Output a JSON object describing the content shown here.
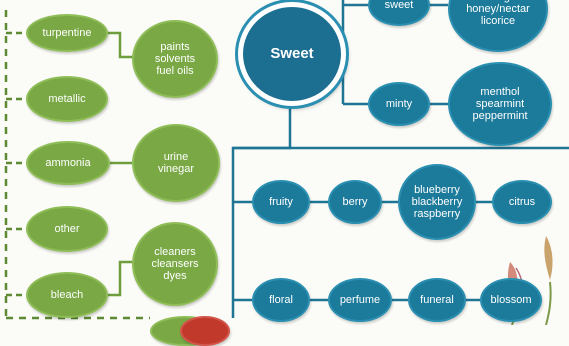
{
  "colors": {
    "green": "#79a845",
    "blue": "#1c7a9a",
    "line_green": "#6f9e3f",
    "line_blue": "#1f7594",
    "dashed": "#5d8a32"
  },
  "left_column": {
    "turpentine": "turpentine",
    "metallic": "metallic",
    "ammonia": "ammonia",
    "other": "other",
    "bleach": "bleach"
  },
  "left_details": {
    "paints": [
      "paints",
      "solvents",
      "fuel oils"
    ],
    "urine": [
      "urine",
      "vinegar"
    ],
    "cleaners": [
      "cleaners",
      "cleansers",
      "dyes"
    ]
  },
  "sweet": {
    "title": "Sweet",
    "sweet_label": "sweet",
    "sweet_examples": [
      "bubblegum",
      "honey/nectar",
      "licorice"
    ],
    "minty": "minty",
    "minty_examples": [
      "menthol",
      "spearmint",
      "peppermint"
    ],
    "fruity": "fruity",
    "berry": "berry",
    "berry_examples": [
      "blueberry",
      "blackberry",
      "raspberry"
    ],
    "citrus": "citrus",
    "floral": "floral",
    "perfume": "perfume",
    "funeral": "funeral",
    "blossom": "blossom"
  }
}
